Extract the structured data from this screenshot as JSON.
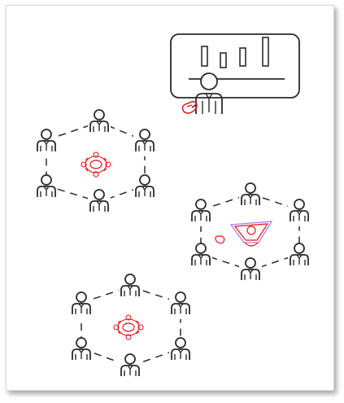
{
  "illustration": {
    "presenter": {
      "icon": "presenter-with-board-icon",
      "board_bars": [
        0.45,
        0.35,
        0.45,
        0.8
      ],
      "pointer_hand_color": "#e8141b"
    },
    "groups": [
      {
        "name": "top-left-team",
        "members": 6,
        "center_icon": "round-table-cluster-icon",
        "center_color": "#e8141b"
      },
      {
        "name": "right-team",
        "members": 6,
        "center_icon": "speaker-funnel-icon",
        "center_color": "#e8141b",
        "accent_color": "#b07be8"
      },
      {
        "name": "bottom-team",
        "members": 6,
        "center_icon": "round-table-cluster-icon",
        "center_color": "#e8141b"
      }
    ],
    "line_color": "#2b2b2b"
  }
}
